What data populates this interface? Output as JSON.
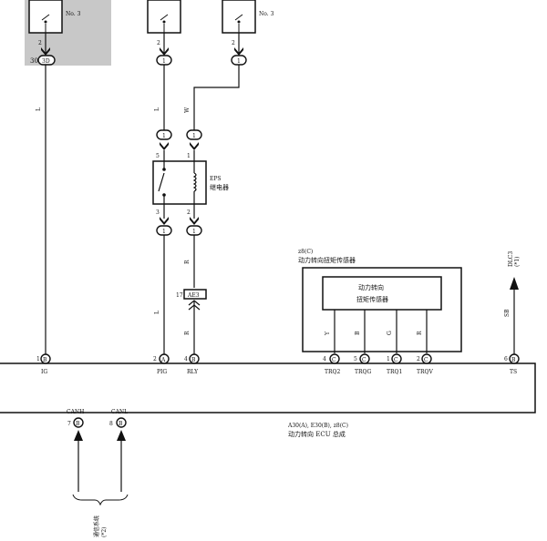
{
  "top": {
    "no3_left": "No. 3",
    "no3_right": "No. 3",
    "pin_2a": "2",
    "pin_2b": "2",
    "pin_2c": "2",
    "conn_3d": "3D",
    "conn_30": "30",
    "conn_1a": "1",
    "conn_1b": "1"
  },
  "wires": {
    "L1": "L",
    "L2": "L",
    "W": "W",
    "L3": "L",
    "R1": "R",
    "R2": "R",
    "Y": "Y",
    "B": "B",
    "G": "G",
    "R3": "R",
    "SB": "SB"
  },
  "relay": {
    "title1": "EPS",
    "title2": "继电器",
    "pin5": "5",
    "pin1": "1",
    "pin3": "3",
    "pin2": "2",
    "c1a": "1",
    "c1b": "1",
    "c1c": "1",
    "c1d": "1"
  },
  "ae3": {
    "num": "17",
    "label": "AE3"
  },
  "sensor": {
    "header1": "z8(C)",
    "header2": "动力转向扭矩传感器",
    "inner1": "动力转向",
    "inner2": "扭矩传感器",
    "pins": [
      {
        "num": "4",
        "letter": "C",
        "name": "TRQ2"
      },
      {
        "num": "5",
        "letter": "C",
        "name": "TRQG"
      },
      {
        "num": "1",
        "letter": "C",
        "name": "TRQ1"
      },
      {
        "num": "2",
        "letter": "C",
        "name": "TRQV"
      }
    ]
  },
  "ecu": {
    "pins": [
      {
        "num": "1",
        "letter": "B",
        "name": "IG"
      },
      {
        "num": "2",
        "letter": "A",
        "name": "PIG"
      },
      {
        "num": "4",
        "letter": "B",
        "name": "RLY"
      },
      {
        "num": "6",
        "letter": "B",
        "name": "TS"
      }
    ],
    "can": [
      {
        "num": "7",
        "letter": "B",
        "name": "CANH"
      },
      {
        "num": "8",
        "letter": "B",
        "name": "CANL"
      }
    ],
    "label1": "A30(A), E30(B), z8(C)",
    "label2": "动力转向 ECU 总成"
  },
  "ts_dest": {
    "line1": "DLC3",
    "line2": "(*1)"
  },
  "comm": {
    "line1": "通信系统",
    "line2": "(*2)"
  },
  "colors": {
    "shade": "#c8c8c8",
    "ink": "#111111"
  }
}
